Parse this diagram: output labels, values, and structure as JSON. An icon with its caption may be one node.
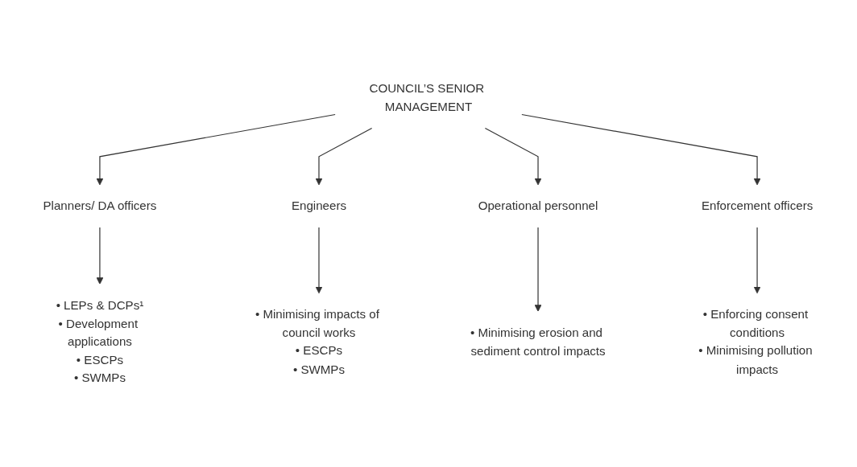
{
  "diagram": {
    "nodes": [
      {
        "text": [
          "COUNCIL’S SENIOR MANAGEMENT"
        ]
      },
      {
        "text": [
          "Planners/ DA officers"
        ]
      },
      {
        "text": [
          "Engineers"
        ]
      },
      {
        "text": [
          "Operational personnel"
        ]
      },
      {
        "text": [
          "Enforcement officers"
        ]
      },
      {
        "text": [
          "• LEPs & DCPs¹",
          "• Development applications",
          "• ESCPs",
          "• SWMPs"
        ]
      },
      {
        "text": [
          "• Minimising impacts of council works",
          "• ESCPs",
          "• SWMPs"
        ]
      },
      {
        "text": [
          "• Minimising erosion and sediment control impacts"
        ]
      },
      {
        "text": [
          "• Enforcing consent conditions",
          "• Minimising pollution impacts"
        ]
      }
    ],
    "edges": [
      {
        "from": 0,
        "to": 1,
        "arrow": "to"
      },
      {
        "from": 0,
        "to": 2,
        "arrow": "to"
      },
      {
        "from": 0,
        "to": 3,
        "arrow": "to"
      },
      {
        "from": 0,
        "to": 4,
        "arrow": "to"
      },
      {
        "from": 1,
        "to": 5,
        "arrow": "to"
      },
      {
        "from": 2,
        "to": 6,
        "arrow": "to"
      },
      {
        "from": 3,
        "to": 7,
        "arrow": "to"
      },
      {
        "from": 4,
        "to": 8,
        "arrow": "to"
      }
    ]
  }
}
